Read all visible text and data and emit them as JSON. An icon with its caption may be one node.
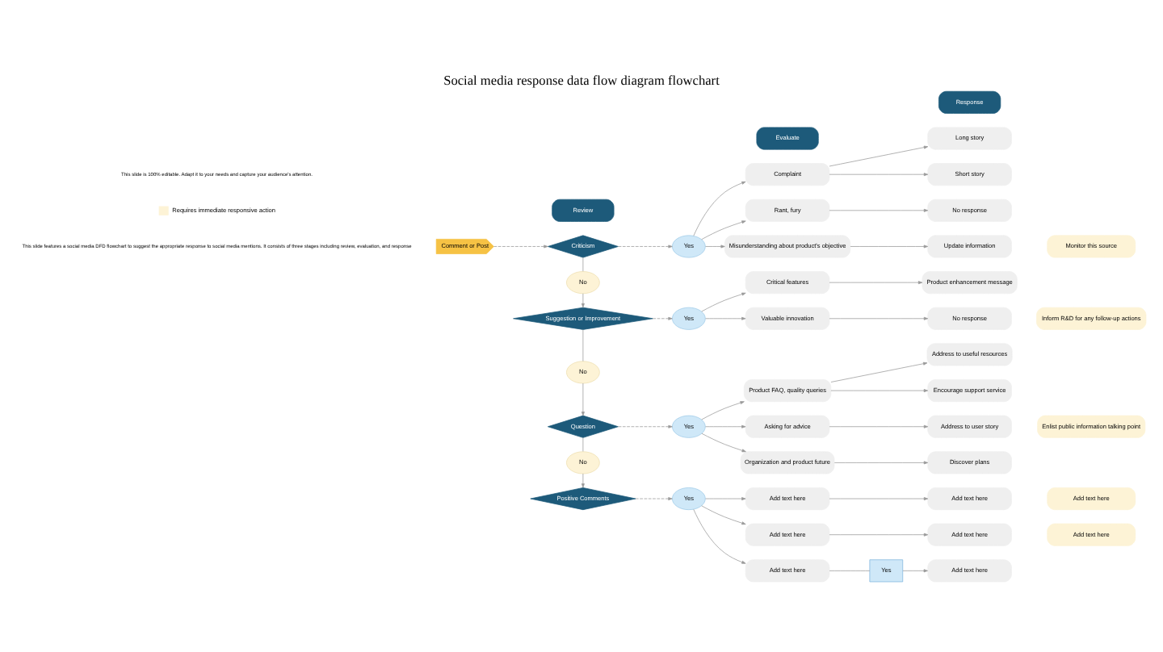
{
  "diagram": {
    "title": "Social media response data flow diagram flowchart",
    "caption": "This slide is 100% editable. Adapt it to your needs and capture your audience's attention.",
    "nodes": [
      {
        "text": [
          "Review"
        ]
      },
      {
        "text": [
          "Evaluate"
        ]
      },
      {
        "text": [
          "Response"
        ]
      },
      {
        "text": [
          "Comment or Post"
        ]
      },
      {
        "text": [
          "Criticism"
        ]
      },
      {
        "text": [
          "Yes"
        ]
      },
      {
        "text": [
          "Complaint"
        ]
      },
      {
        "text": [
          "Rant, fury"
        ]
      },
      {
        "text": [
          "Misunderstanding about product's objective"
        ]
      },
      {
        "text": [
          "Long story"
        ]
      },
      {
        "text": [
          "Short story"
        ]
      },
      {
        "text": [
          "No response"
        ]
      },
      {
        "text": [
          "Update information"
        ]
      },
      {
        "text": [
          "Monitor this source"
        ]
      },
      {
        "text": [
          "No"
        ]
      },
      {
        "text": [
          "Suggestion or Improvement"
        ]
      },
      {
        "text": [
          "Yes"
        ]
      },
      {
        "text": [
          "Critical features"
        ]
      },
      {
        "text": [
          "Valuable innovation"
        ]
      },
      {
        "text": [
          "Product enhancement message"
        ]
      },
      {
        "text": [
          "No response"
        ]
      },
      {
        "text": [
          "Inform R&D for any follow-up actions"
        ]
      },
      {
        "text": [
          "No"
        ]
      },
      {
        "text": [
          "Question"
        ]
      },
      {
        "text": [
          "Yes"
        ]
      },
      {
        "text": [
          "Product FAQ, quality queries"
        ]
      },
      {
        "text": [
          "Asking for advice"
        ]
      },
      {
        "text": [
          "Organization and product future"
        ]
      },
      {
        "text": [
          "Address to useful resources"
        ]
      },
      {
        "text": [
          "Encourage support service"
        ]
      },
      {
        "text": [
          "Address to user story"
        ]
      },
      {
        "text": [
          "Discover plans"
        ]
      },
      {
        "text": [
          "Enlist public information talking point"
        ]
      },
      {
        "text": [
          "No"
        ]
      },
      {
        "text": [
          "Positive Comments"
        ]
      },
      {
        "text": [
          "Yes"
        ]
      },
      {
        "text": [
          "Add text here"
        ]
      },
      {
        "text": [
          "Add text here"
        ]
      },
      {
        "text": [
          "Add text here"
        ]
      },
      {
        "text": [
          "Add text here"
        ]
      },
      {
        "text": [
          "Add text here"
        ]
      },
      {
        "text": [
          "Yes"
        ]
      },
      {
        "text": [
          "Add text here"
        ]
      },
      {
        "text": [
          "Add text here"
        ]
      },
      {
        "text": [
          "Add text here"
        ]
      }
    ],
    "edges": [
      {
        "from": 3,
        "to": 4,
        "arrow": "to",
        "style": "dashed"
      },
      {
        "from": 4,
        "to": 5,
        "arrow": "to",
        "style": "dashed"
      },
      {
        "from": 5,
        "to": 6,
        "arrow": "to"
      },
      {
        "from": 5,
        "to": 7,
        "arrow": "to"
      },
      {
        "from": 5,
        "to": 8,
        "arrow": "to"
      },
      {
        "from": 6,
        "to": 9,
        "arrow": "to"
      },
      {
        "from": 6,
        "to": 10,
        "arrow": "to"
      },
      {
        "from": 7,
        "to": 11,
        "arrow": "to"
      },
      {
        "from": 8,
        "to": 12,
        "arrow": "to"
      },
      {
        "from": 4,
        "to": 14,
        "arrow": "none"
      },
      {
        "from": 14,
        "to": 15,
        "arrow": "to"
      },
      {
        "from": 15,
        "to": 16,
        "arrow": "to",
        "style": "dashed"
      },
      {
        "from": 16,
        "to": 17,
        "arrow": "to"
      },
      {
        "from": 16,
        "to": 18,
        "arrow": "to"
      },
      {
        "from": 17,
        "to": 19,
        "arrow": "to"
      },
      {
        "from": 18,
        "to": 20,
        "arrow": "to"
      },
      {
        "from": 15,
        "to": 22,
        "arrow": "none"
      },
      {
        "from": 22,
        "to": 23,
        "arrow": "to"
      },
      {
        "from": 23,
        "to": 24,
        "arrow": "to",
        "style": "dashed"
      },
      {
        "from": 24,
        "to": 25,
        "arrow": "to"
      },
      {
        "from": 24,
        "to": 26,
        "arrow": "to"
      },
      {
        "from": 24,
        "to": 27,
        "arrow": "to"
      },
      {
        "from": 25,
        "to": 28,
        "arrow": "to"
      },
      {
        "from": 25,
        "to": 29,
        "arrow": "to"
      },
      {
        "from": 26,
        "to": 30,
        "arrow": "to"
      },
      {
        "from": 27,
        "to": 31,
        "arrow": "to"
      },
      {
        "from": 23,
        "to": 33,
        "arrow": "none"
      },
      {
        "from": 33,
        "to": 34,
        "arrow": "to"
      },
      {
        "from": 34,
        "to": 35,
        "arrow": "to",
        "style": "dashed"
      },
      {
        "from": 35,
        "to": 36,
        "arrow": "to"
      },
      {
        "from": 35,
        "to": 37,
        "arrow": "to"
      },
      {
        "from": 35,
        "to": 38,
        "arrow": "to"
      },
      {
        "from": 36,
        "to": 39,
        "arrow": "to"
      },
      {
        "from": 37,
        "to": 40,
        "arrow": "to"
      },
      {
        "from": 38,
        "to": 41,
        "arrow": "none"
      },
      {
        "from": 41,
        "to": 42,
        "arrow": "to"
      }
    ],
    "labels": [
      "This slide features a social media DFD flowchart to suggest the appropriate response to social media mentions. It consists of three stages including review, evaluation, and response"
    ],
    "legend": [
      {
        "text": "Requires immediate responsive action",
        "color": "#fdf3d6"
      }
    ]
  }
}
